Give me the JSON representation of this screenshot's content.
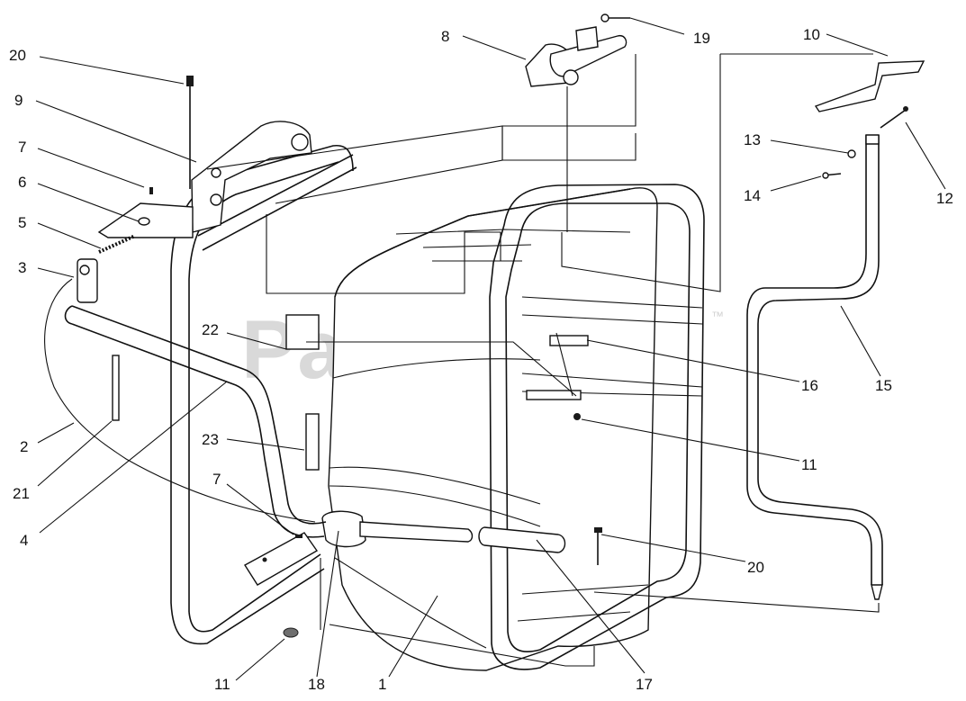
{
  "diagram": {
    "watermark": "PartsTree",
    "watermark_mark": "™",
    "callouts": [
      "20",
      "9",
      "7",
      "6",
      "5",
      "3",
      "2",
      "21",
      "4",
      "22",
      "23",
      "7",
      "11",
      "18",
      "1",
      "17",
      "20",
      "11",
      "16",
      "15",
      "12",
      "14",
      "13",
      "10",
      "19",
      "8"
    ]
  }
}
